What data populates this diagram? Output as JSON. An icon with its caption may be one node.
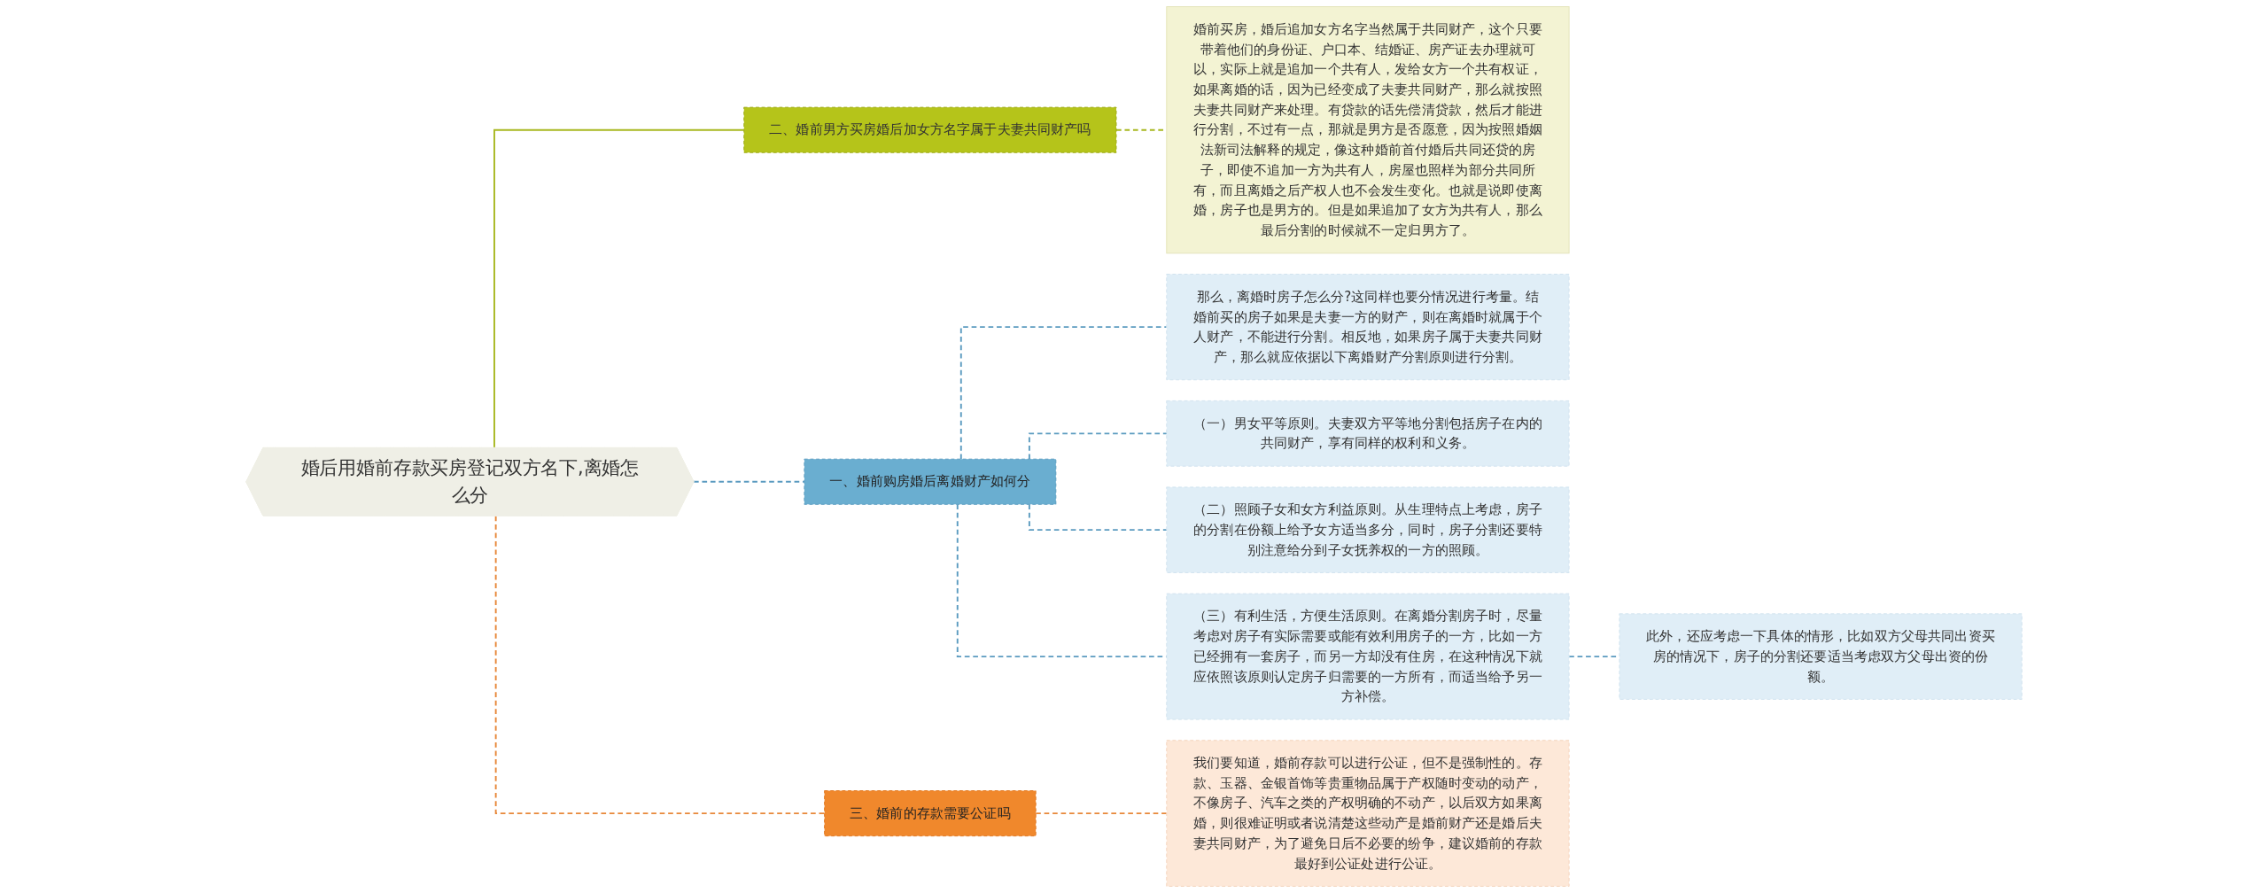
{
  "diagram": {
    "nodes": [
      {
        "text": [
          "婚前买房，婚后追加女方名字当然属于共同财产，这个只要带着他们的身份证、户口本、结婚证、房产证去办理就可以，实际上就是追加一个共有人，发给女方一个共有权证，如果离婚的话，因为已经变成了夫妻共同财产，那么就按照夫妻共同财产来处理。有贷款的话先偿清贷款，然后才能进行分割，不过有一点，那就是男方是否愿意，因为按照婚姻法新司法解释的规定，像这种婚前首付婚后共同还贷的房子，即使不追加一方为共有人，房屋也照样为部分共同所有，而且离婚之后产权人也不会发生变化。也就是说即使离婚，房子也是男方的。但是如果追加了女方为共有人，那么最后分割的时候就不一定归男方了。"
        ]
      },
      {
        "text": [
          "二、婚前男方买房婚后加女方名字属于夫妻共同财产吗"
        ]
      },
      {
        "text": [
          "婚后用婚前存款买房登记双方名下,离婚怎么分"
        ]
      },
      {
        "text": [
          "一、婚前购房婚后离婚财产如何分"
        ]
      },
      {
        "text": [
          "那么，离婚时房子怎么分?这同样也要分情况进行考量。结婚前买的房子如果是夫妻一方的财产，则在离婚时就属于个人财产，不能进行分割。相反地，如果房子属于夫妻共同财产，那么就应依据以下离婚财产分割原则进行分割。"
        ]
      },
      {
        "text": [
          "（一）男女平等原则。夫妻双方平等地分割包括房子在内的共同财产，享有同样的权利和义务。"
        ]
      },
      {
        "text": [
          "（二）照顾子女和女方利益原则。从生理特点上考虑，房子的分割在份额上给予女方适当多分，同时，房子分割还要特别注意给分到子女抚养权的一方的照顾。"
        ]
      },
      {
        "text": [
          "（三）有利生活，方便生活原则。在离婚分割房子时，尽量考虑对房子有实际需要或能有效利用房子的一方，比如一方已经拥有一套房子，而另一方却没有住房，在这种情况下就应依照该原则认定房子归需要的一方所有，而适当给予另一方补偿。"
        ]
      },
      {
        "text": [
          "此外，还应考虑一下具体的情形，比如双方父母共同出资买房的情况下，房子的分割还要适当考虑双方父母出资的份额。"
        ]
      },
      {
        "text": [
          "三、婚前的存款需要公证吗"
        ]
      },
      {
        "text": [
          "我们要知道，婚前存款可以进行公证，但不是强制性的。存款、玉器、金银首饰等贵重物品属于产权随时变动的动产，不像房子、汽车之类的产权明确的不动产，以后双方如果离婚，则很难证明或者说清楚这些动产是婚前财产还是婚后夫妻共同财产，为了避免日后不必要的纷争，建议婚前的存款最好到公证处进行公证。"
        ]
      }
    ],
    "edges": [
      {
        "from": 2,
        "to": 1,
        "arrow": "none",
        "color": "#a8b820"
      },
      {
        "from": 1,
        "to": 0,
        "arrow": "none",
        "style": "dashed",
        "color": "#a8b820"
      },
      {
        "from": 2,
        "to": 3,
        "arrow": "none",
        "style": "dashed"
      },
      {
        "from": 3,
        "to": 4,
        "arrow": "none",
        "style": "dashed"
      },
      {
        "from": 3,
        "to": 5,
        "arrow": "none",
        "style": "dashed"
      },
      {
        "from": 3,
        "to": 6,
        "arrow": "none",
        "style": "dashed"
      },
      {
        "from": 3,
        "to": 7,
        "arrow": "none",
        "style": "dashed"
      },
      {
        "from": 7,
        "to": 8,
        "arrow": "none",
        "style": "dashed"
      },
      {
        "from": 2,
        "to": 9,
        "arrow": "none",
        "style": "dashed",
        "color": "#e8883a"
      },
      {
        "from": 9,
        "to": 10,
        "arrow": "none",
        "style": "dashed",
        "color": "#e8883a"
      }
    ]
  }
}
